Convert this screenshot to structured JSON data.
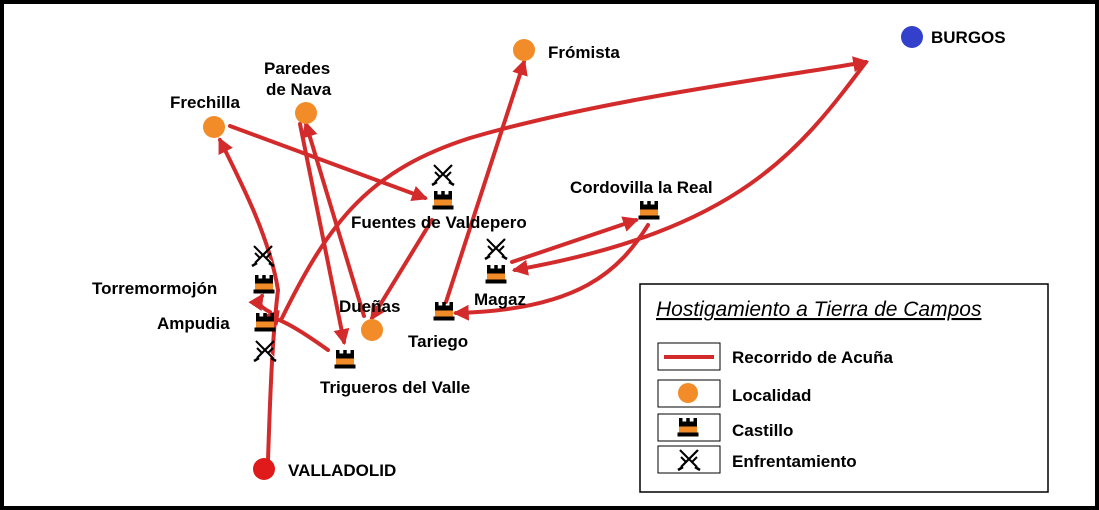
{
  "colors": {
    "route": "#d32b2b",
    "localidad": "#f28c28",
    "capital_start": "#e01a1a",
    "capital_end": "#3340cc",
    "castle_body": "#000000",
    "castle_band": "#f28c28"
  },
  "places": {
    "valladolid": "VALLADOLID",
    "burgos": "BURGOS",
    "fromista": "Frómista",
    "frechilla": "Frechilla",
    "paredes_line1": "Paredes",
    "paredes_line2": "de Nava",
    "fuentes": "Fuentes de Valdepero",
    "cordovilla": "Cordovilla la Real",
    "magaz": "Magaz",
    "tariego": "Tariego",
    "duenas": "Dueñas",
    "torremormojon": "Torremormojón",
    "ampudia": "Ampudia",
    "trigueros": "Trigueros del Valle"
  },
  "legend": {
    "title": "Hostigamiento a Tierra de Campos",
    "route": "Recorrido de Acuña",
    "localidad": "Localidad",
    "castillo": "Castillo",
    "enfrentamiento": "Enfrentamiento"
  },
  "icons": {
    "localidad": "orange-dot-icon",
    "castillo": "castle-icon",
    "enfrentamiento": "crossed-swords-icon",
    "recorrido": "red-line-icon"
  }
}
